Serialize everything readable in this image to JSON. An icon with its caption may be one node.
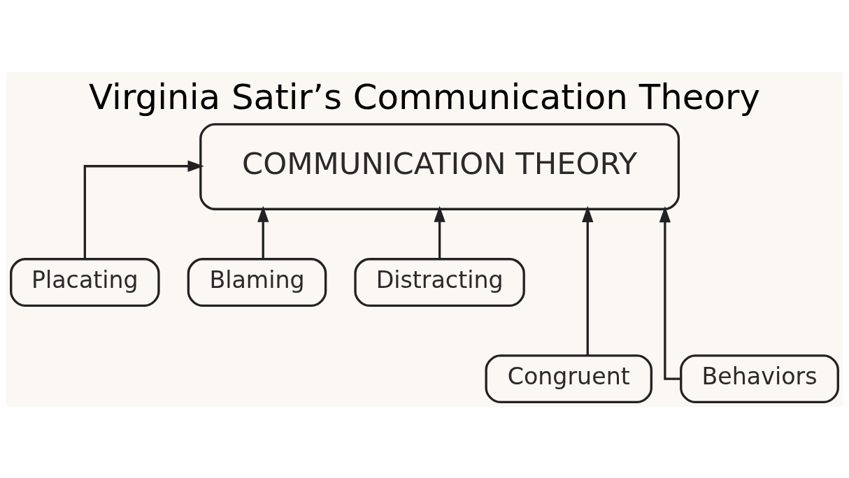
{
  "diagram": {
    "title": "Virginia Satir’s Communication Theory",
    "nodes": [
      {
        "text": [
          "COMMUNICATION THEORY"
        ]
      },
      {
        "text": [
          "Placating"
        ]
      },
      {
        "text": [
          "Blaming"
        ]
      },
      {
        "text": [
          "Distracting"
        ]
      },
      {
        "text": [
          "Congruent"
        ]
      },
      {
        "text": [
          "Behaviors"
        ]
      }
    ],
    "edges": [
      {
        "from": 1,
        "to": 0,
        "arrow": "to"
      },
      {
        "from": 4,
        "to": 0,
        "arrow": "to"
      },
      {
        "from": 2,
        "to": 0,
        "arrow": "to"
      },
      {
        "from": 5,
        "to": 0,
        "arrow": "to"
      },
      {
        "from": 3,
        "to": 0,
        "arrow": "to"
      }
    ]
  }
}
